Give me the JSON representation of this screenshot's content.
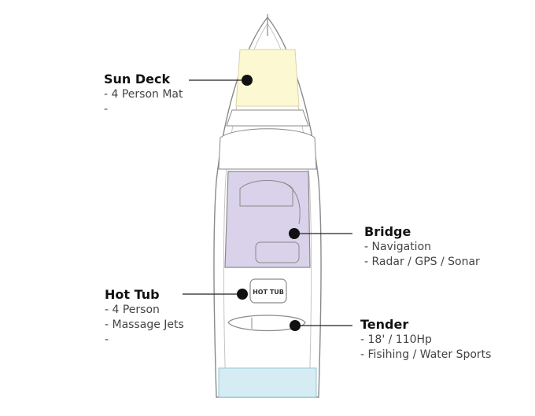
{
  "callouts": {
    "sun_deck": {
      "title": "Sun Deck",
      "items": [
        "- 4 Person Mat",
        "-"
      ]
    },
    "bridge": {
      "title": "Bridge",
      "items": [
        "- Navigation",
        "- Radar / GPS / Sonar"
      ]
    },
    "hot_tub": {
      "title": "Hot Tub",
      "items": [
        "- 4 Person",
        "- Massage Jets",
        "-"
      ]
    },
    "tender": {
      "title": "Tender",
      "items": [
        "- 18' / 110Hp",
        "- Fisihing / Water Sports"
      ]
    }
  },
  "boat": {
    "hot_tub_label": "HOT TUB"
  },
  "colors": {
    "sun_deck_fill": "#fbf8d2",
    "bridge_fill": "#d9d2ea",
    "stern_fill": "#d5ecf3",
    "outline": "#8a8a8a",
    "marker": "#111111"
  }
}
